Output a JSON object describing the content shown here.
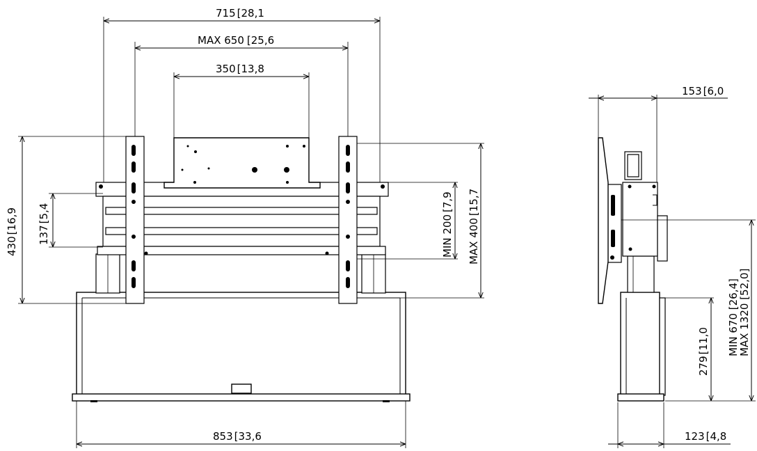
{
  "front_view": {
    "width_715": "715",
    "width_715_in": "28,1",
    "width_max650": "MAX 650",
    "width_max650_in": "25,6",
    "width_350": "350",
    "width_350_in": "13,8",
    "height_430": "430",
    "height_430_in": "16,9",
    "height_137": "137",
    "height_137_in": "5,4",
    "height_min200": "MIN 200",
    "height_min200_in": "7,9",
    "height_max400": "MAX 400",
    "height_max400_in": "15,7",
    "base_853": "853",
    "base_853_in": "33,6"
  },
  "side_view": {
    "depth_153": "153",
    "depth_153_in": "6,0",
    "height_279": "279",
    "height_279_in": "11,0",
    "height_range_min": "MIN 670 [26,4]",
    "height_range_max": "MAX 1320 [52,0]",
    "depth_123": "123",
    "depth_123_in": "4,8"
  }
}
